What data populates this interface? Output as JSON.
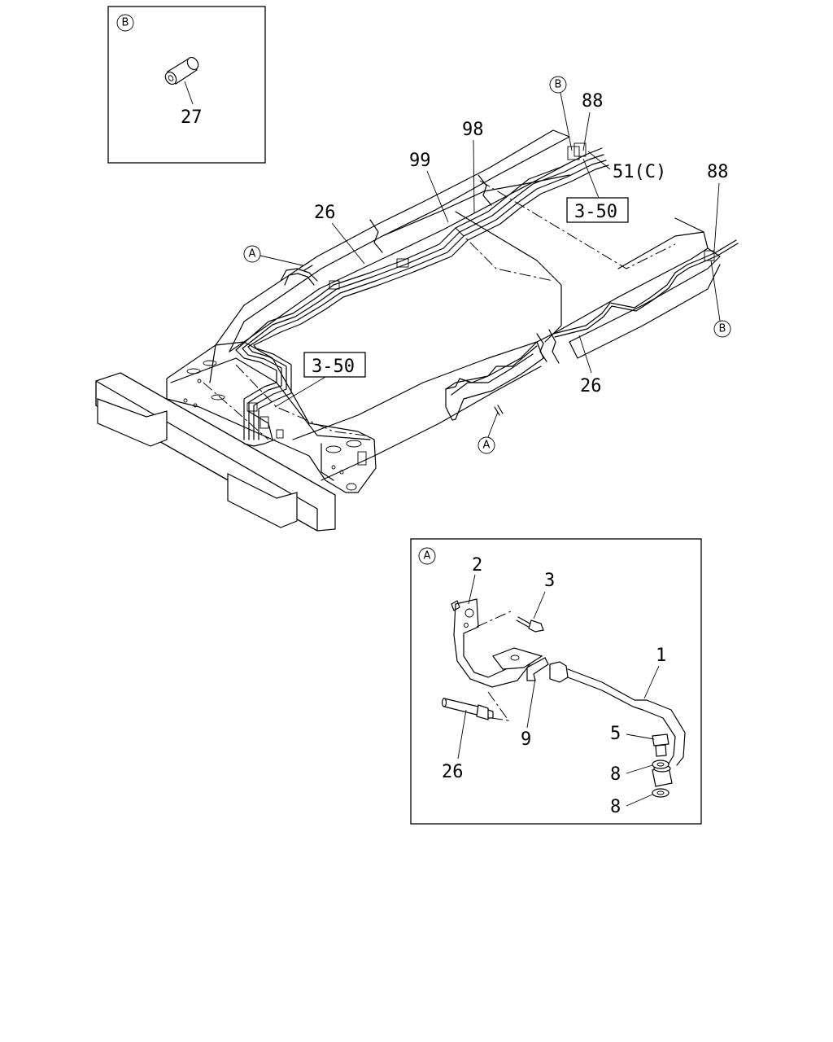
{
  "labels": {
    "inset_b_marker": "B",
    "p27": "27",
    "b_top": "B",
    "p88_top": "88",
    "p98": "98",
    "p99": "99",
    "p51c": "51(C)",
    "ref_350_top": "3-50",
    "p88_right": "88",
    "p26_top": "26",
    "a_left": "A",
    "b_right": "B",
    "ref_350_mid": "3-50",
    "p26_right": "26",
    "a_bottom": "A",
    "inset_a_marker": "A",
    "p2": "2",
    "p3": "3",
    "p1": "1",
    "p9": "9",
    "p5": "5",
    "p8a": "8",
    "p8b": "8",
    "p26_inset": "26"
  }
}
